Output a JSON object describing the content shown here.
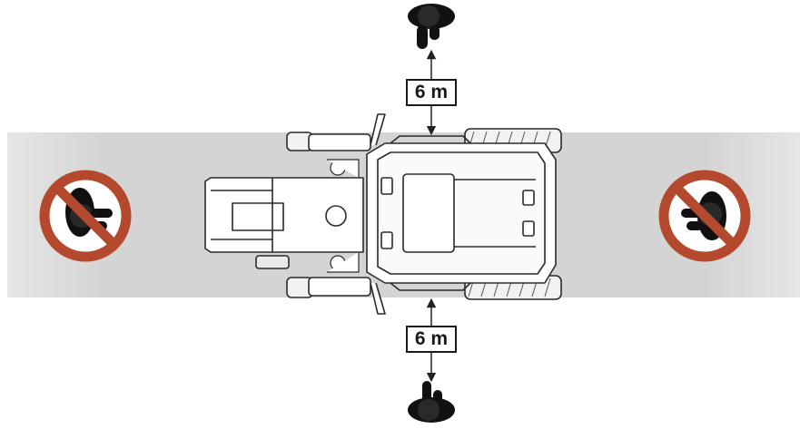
{
  "distance_top": "6 m",
  "distance_bottom": "6 m",
  "icons": {
    "person": "person-icon",
    "prohibited": "no-person-icon",
    "vehicle": "tractor-top-view"
  },
  "colors": {
    "zone": "#d4d4d4",
    "prohibition": "#b5492d",
    "figure": "#111111",
    "line": "#333333"
  }
}
